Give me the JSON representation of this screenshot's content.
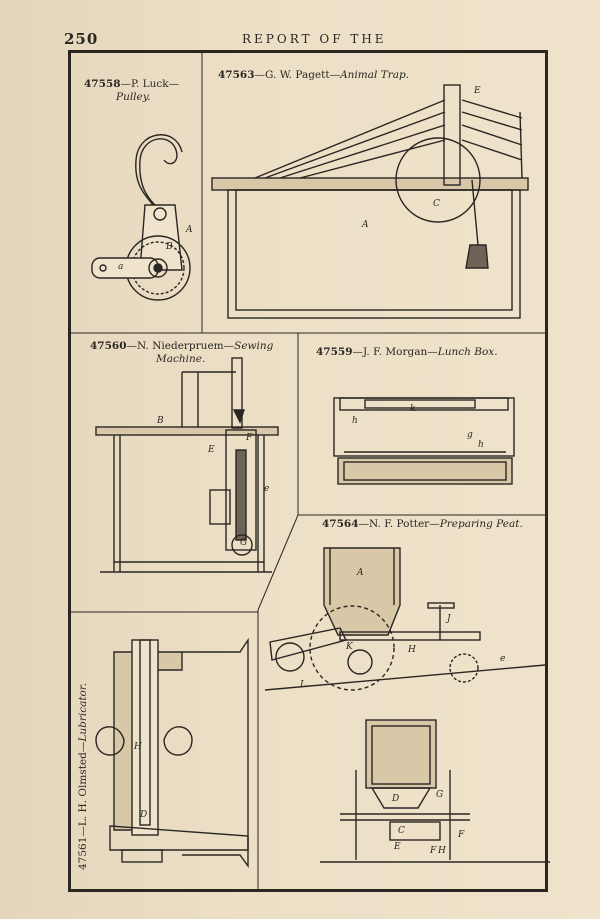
{
  "header": {
    "page_number": "250",
    "running_head": "REPORT OF THE"
  },
  "figures": {
    "pulley": {
      "number": "47558",
      "inventor": "P. Luck",
      "title": "Pulley."
    },
    "trap": {
      "number": "47563",
      "inventor": "G. W. Pagett",
      "title": "Animal Trap."
    },
    "sewing": {
      "number": "47560",
      "inventor": "N. Niederpruem",
      "title_1": "Sewing",
      "title_2": "Machine."
    },
    "lunch": {
      "number": "47559",
      "inventor": "J. F. Morgan",
      "title": "Lunch Box."
    },
    "peat": {
      "number": "47564",
      "inventor": "N. F. Potter",
      "title": "Preparing Peat."
    },
    "lubricator": {
      "number": "47561",
      "inventor": "L. H. Olmsted",
      "title": "Lubricator."
    }
  },
  "letters": {
    "pulley": [
      "A",
      "B",
      "a"
    ],
    "trap": [
      "E",
      "C",
      "A"
    ],
    "sewing": [
      "B",
      "E",
      "F",
      "e",
      "G"
    ],
    "lunch": [
      "h",
      "k",
      "g",
      "h"
    ],
    "peat": [
      "A",
      "J",
      "K",
      "H",
      "e",
      "L"
    ],
    "peat_end": [
      "D",
      "G",
      "C",
      "E",
      "F",
      "H",
      "F"
    ],
    "lubricator": [
      "H",
      "D"
    ]
  }
}
